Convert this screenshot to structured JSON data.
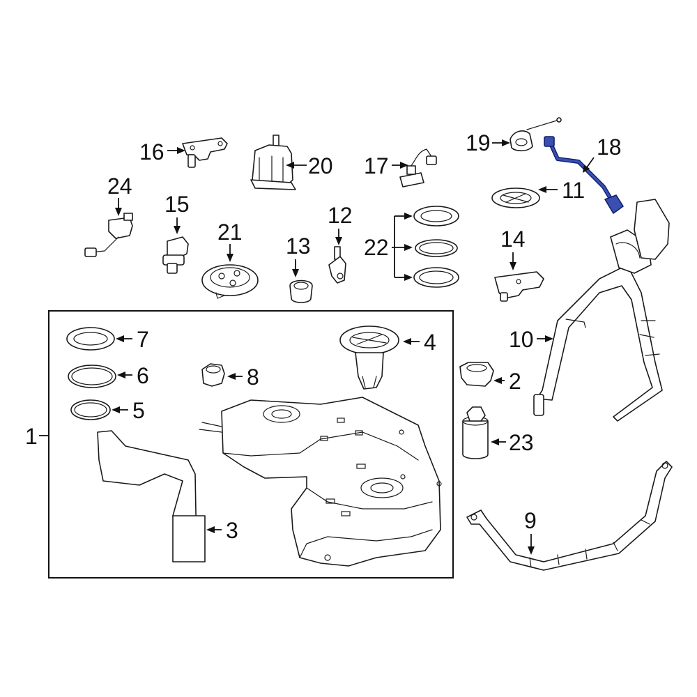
{
  "diagram": {
    "highlight_color": "#3b4fb0",
    "callouts": {
      "c1": "1",
      "c2": "2",
      "c3": "3",
      "c4": "4",
      "c5": "5",
      "c6": "6",
      "c7": "7",
      "c8": "8",
      "c9": "9",
      "c10": "10",
      "c11": "11",
      "c12": "12",
      "c13": "13",
      "c14": "14",
      "c15": "15",
      "c16": "16",
      "c17": "17",
      "c18": "18",
      "c19": "19",
      "c20": "20",
      "c21": "21",
      "c22": "22",
      "c23": "23",
      "c24": "24"
    }
  }
}
